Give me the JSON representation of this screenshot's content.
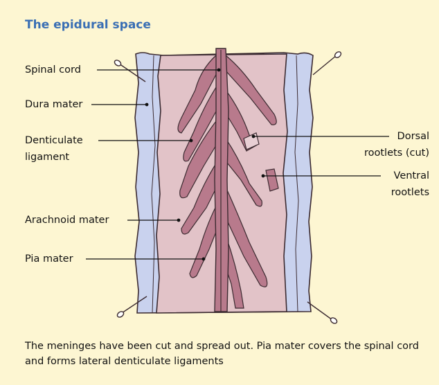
{
  "title": "The epidural space",
  "labels": {
    "spinal_cord": "Spinal cord",
    "dura_mater": "Dura mater",
    "denticulate_1": "Denticulate",
    "denticulate_2": "ligament",
    "arachnoid_mater": "Arachnoid mater",
    "pia_mater": "Pia mater",
    "dorsal_1": "Dorsal",
    "dorsal_2": "rootlets (cut)",
    "ventral_1": "Ventral",
    "ventral_2": "rootlets"
  },
  "caption": "The meninges have been cut and spread out. Pia mater covers the spinal cord and forms lateral denticulate ligaments",
  "colors": {
    "background": "#fdf6d2",
    "title": "#3a6fb4",
    "dura": "#c9d2ee",
    "arachnoid": "#e2c3c8",
    "cord": "#b87a8c",
    "outline": "#3b2a30"
  }
}
